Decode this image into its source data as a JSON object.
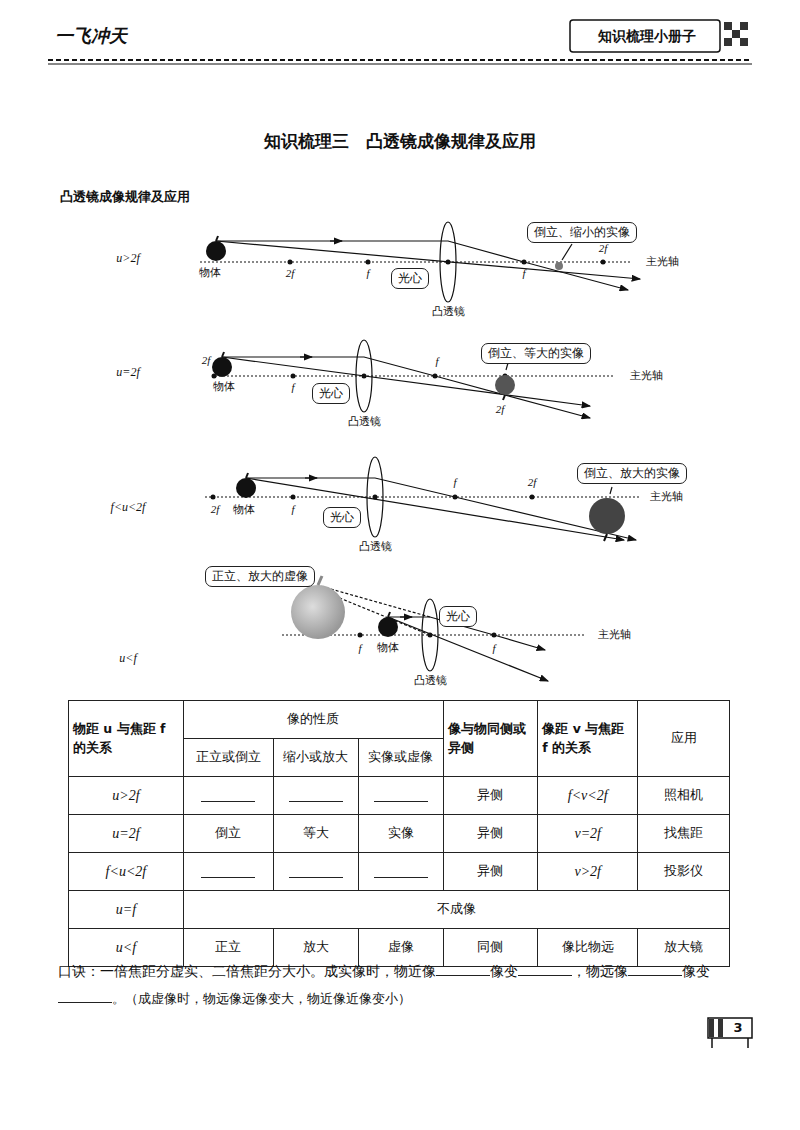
{
  "diagram": {
    "title": "知识梳理三　凸透镜成像规律及应用",
    "nodes": [
      {
        "text": [
          "倒立、缩小的实像"
        ]
      },
      {
        "text": [
          "光心"
        ]
      },
      {
        "text": [
          "倒立、等大的实像"
        ]
      },
      {
        "text": [
          "光心"
        ]
      },
      {
        "text": [
          "倒立、放大的实像"
        ]
      },
      {
        "text": [
          "光心"
        ]
      },
      {
        "text": [
          "正立、放大的虚像"
        ]
      },
      {
        "text": [
          "光心"
        ]
      }
    ],
    "labels": [
      "一飞冲天",
      "知识梳理小册子",
      "凸透镜成像规律及应用",
      "u>2f",
      "物体",
      "2f",
      "f",
      "凸透镜",
      "f",
      "2f",
      "主光轴",
      "u=2f",
      "2f",
      "物体",
      "f",
      "凸透镜",
      "f",
      "2f",
      "主光轴",
      "f<u<2f",
      "2f",
      "物体",
      "f",
      "凸透镜",
      "f",
      "2f",
      "主光轴",
      "u<f",
      "f",
      "物体",
      "凸透镜",
      "f",
      "主光轴",
      "物距 u 与焦距 f 的关系",
      "像的性质",
      "正立或倒立",
      "缩小或放大",
      "实像或虚像",
      "像与物同侧或异侧",
      "像距 v 与焦距 f 的关系",
      "应用",
      "u>2f",
      "异侧",
      "f<v<2f",
      "照相机",
      "u=2f",
      "倒立",
      "等大",
      "实像",
      "异侧",
      "v=2f",
      "找焦距",
      "f<u<2f",
      "异侧",
      "v>2f",
      "投影仪",
      "u=f",
      "不成像",
      "u<f",
      "正立",
      "放大",
      "虚像",
      "同侧",
      "像比物远",
      "放大镜",
      "口诀：一倍焦距分虚实、二倍焦距分大小。成实像时，物近像",
      "像变",
      "，物远像",
      "像变",
      "。（成虚像时，物远像远像变大，物近像近像变小）",
      "3"
    ]
  }
}
